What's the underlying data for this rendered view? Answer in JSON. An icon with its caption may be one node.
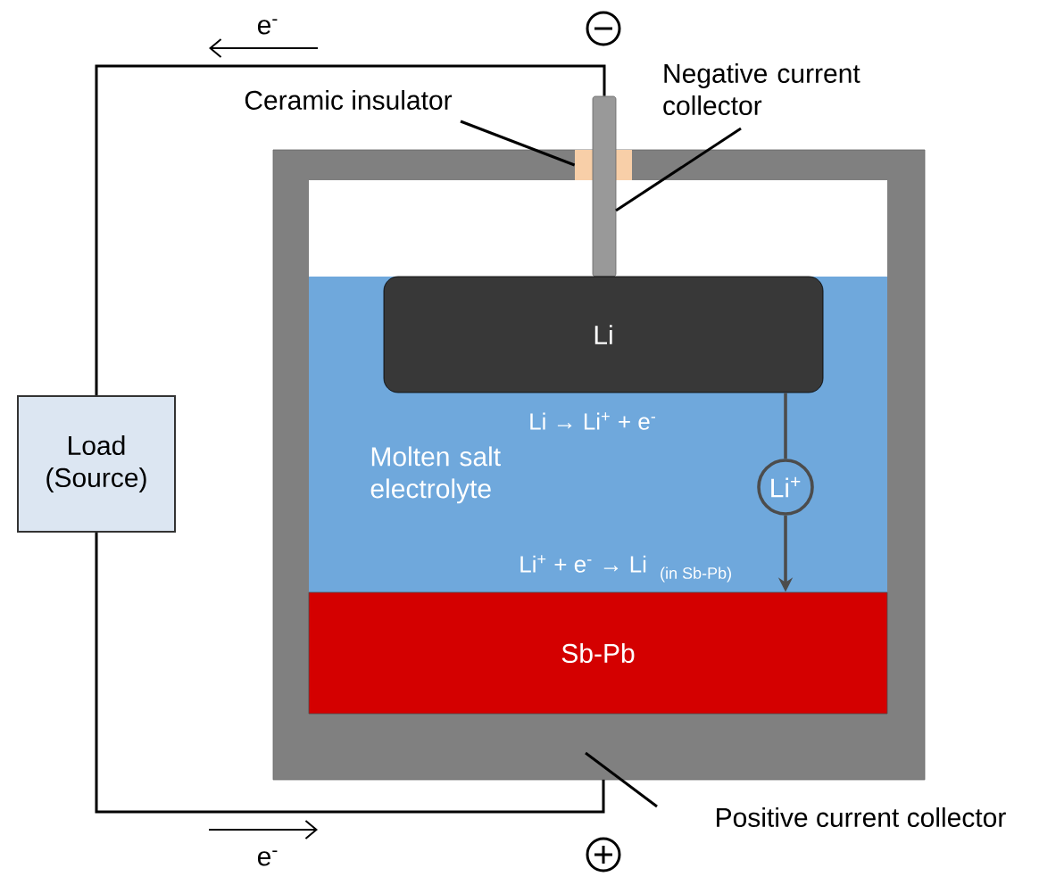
{
  "diagram": {
    "nodes": [
      {
        "text": [
          "Load (Source)"
        ]
      },
      {
        "text": [],
        "shape": "box"
      },
      {
        "text": [
          "Molten salt electrolyte"
        ],
        "in": 1
      },
      {
        "text": [
          "Li"
        ],
        "in": 2
      },
      {
        "text": [
          "Li$^{+}$"
        ],
        "in": 2
      },
      {
        "text": [
          "Sb-Pb"
        ],
        "in": 1
      },
      {
        "text": [],
        "shape": "bar"
      },
      {
        "text": [],
        "shape": "box",
        "in": 1
      },
      {
        "text": [
          "Ceramic insulator"
        ]
      },
      {
        "text": [
          "Negative current collector"
        ]
      },
      {
        "text": [
          "Positive current collector"
        ]
      }
    ],
    "edges": [
      {
        "from": 0,
        "to": 6,
        "arrow": "none"
      },
      {
        "from": 0,
        "to": 1,
        "arrow": "none"
      },
      {
        "from": 3,
        "to": 4,
        "arrow": "none"
      },
      {
        "from": 4,
        "to": 5,
        "arrow": "to"
      },
      {
        "from": 8,
        "to": 7,
        "arrow": "none"
      },
      {
        "from": 9,
        "to": 6,
        "arrow": "none"
      },
      {
        "from": 10,
        "to": 1,
        "arrow": "none"
      }
    ],
    "labels": [
      "e$^{-}$",
      "Li → Li$^{+}$ + e$^{-}$",
      "Li$^{+}$ + e$^{-}$ → Li",
      "(in Sb-Pb)",
      "e$^{-}$"
    ]
  }
}
